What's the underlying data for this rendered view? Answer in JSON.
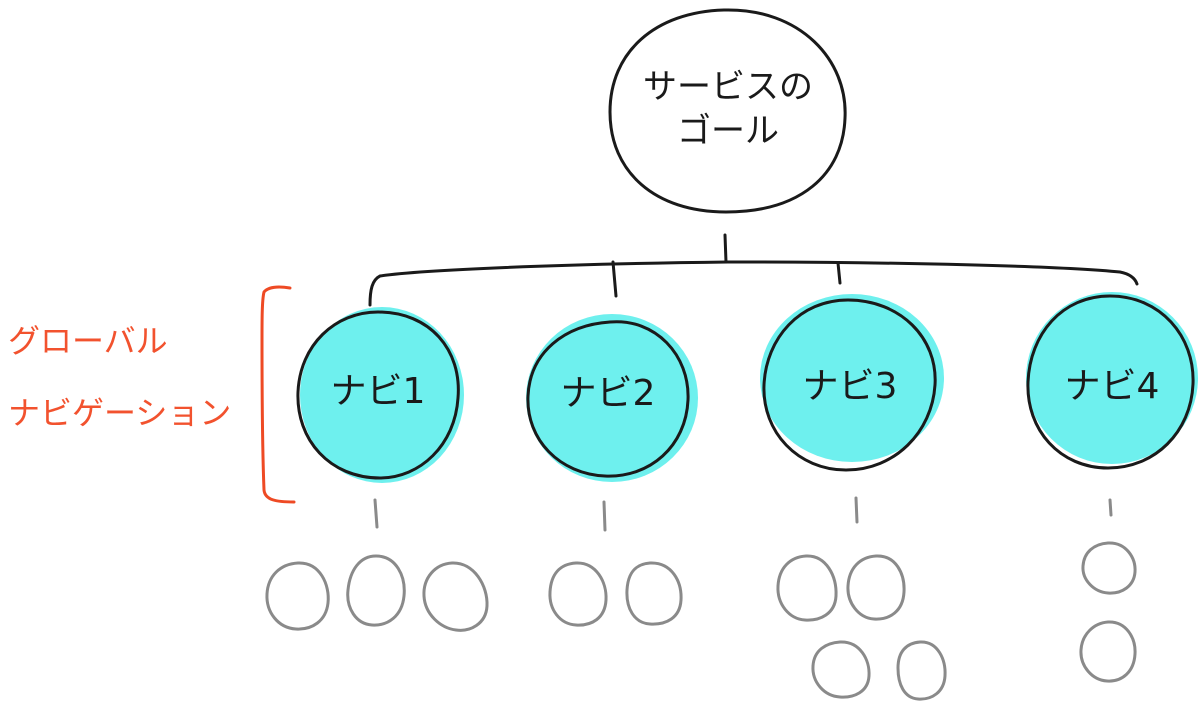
{
  "diagram": {
    "goal": {
      "line1": "サービスの",
      "line2": "ゴール",
      "fill_color": "#fcca8b"
    },
    "nav_fill_color": "#6ef0ee",
    "navs": [
      {
        "label": "ナビ1"
      },
      {
        "label": "ナビ2"
      },
      {
        "label": "ナビ3"
      },
      {
        "label": "ナビ4"
      }
    ],
    "group_label": {
      "line1": "グローバル",
      "line2": "ナビゲーション",
      "color": "#f2522e"
    }
  }
}
